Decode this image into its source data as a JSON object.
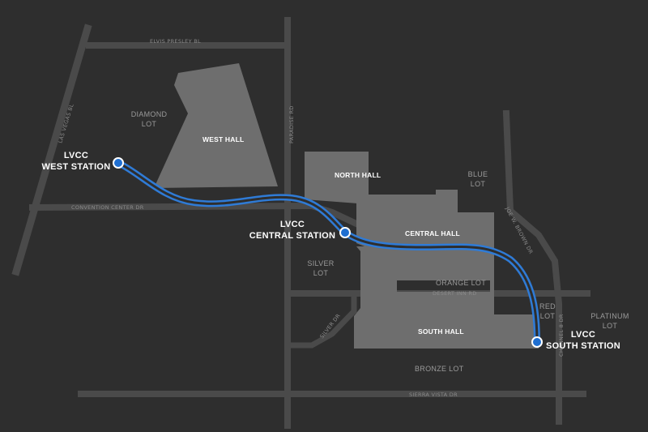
{
  "colors": {
    "background": "#2e2e2e",
    "road": "#4a4a4a",
    "building": "#6e6e6e",
    "tunnel": "#2f7bd6",
    "station": "#1f6fd1"
  },
  "roads": {
    "elvis_presley": "ELVIS PRESLEY BL",
    "las_vegas": "LAS VEGAS BL",
    "paradise": "PARADISE RD",
    "convention_center": "CONVENTION CENTER DR",
    "desert_inn": "DESERT INN RD",
    "silver": "SILVER DR",
    "joe_brown": "JOE W. BROWN DR",
    "sierra_vista": "SIERRA VISTA DR",
    "right_vertical": "CHANNEL 8 DR"
  },
  "halls": {
    "west": "WEST HALL",
    "north": "NORTH HALL",
    "central": "CENTRAL HALL",
    "south": "SOUTH HALL"
  },
  "lots": {
    "diamond": [
      "DIAMOND",
      "LOT"
    ],
    "blue": [
      "BLUE",
      "LOT"
    ],
    "silver": [
      "SILVER",
      "LOT"
    ],
    "orange": "ORANGE LOT",
    "red": [
      "RED",
      "LOT"
    ],
    "platinum": [
      "PLATINUM",
      "LOT"
    ],
    "bronze": "BRONZE LOT"
  },
  "stations": {
    "west": [
      "LVCC",
      "WEST STATION"
    ],
    "central": [
      "LVCC",
      "CENTRAL STATION"
    ],
    "south": [
      "LVCC",
      "SOUTH STATION"
    ]
  }
}
